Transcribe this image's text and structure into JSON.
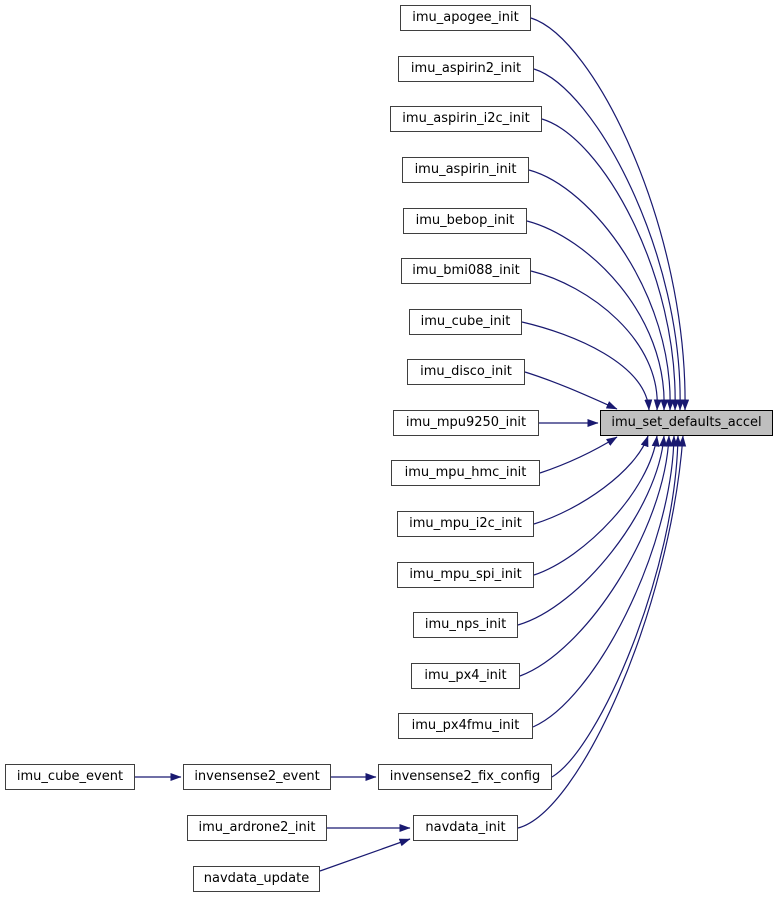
{
  "colors": {
    "edge": "#191970",
    "node-border": "#3f3f3f",
    "node-fill": "#ffffff",
    "target-fill": "#bfbfbf",
    "target-border": "#000000",
    "text": "#000000",
    "background": "#ffffff"
  },
  "nodes": [
    {
      "label": "imu_apogee_init"
    },
    {
      "label": "imu_aspirin2_init"
    },
    {
      "label": "imu_aspirin_i2c_init"
    },
    {
      "label": "imu_aspirin_init"
    },
    {
      "label": "imu_bebop_init"
    },
    {
      "label": "imu_bmi088_init"
    },
    {
      "label": "imu_cube_init"
    },
    {
      "label": "imu_disco_init"
    },
    {
      "label": "imu_mpu9250_init"
    },
    {
      "label": "imu_mpu_hmc_init"
    },
    {
      "label": "imu_mpu_i2c_init"
    },
    {
      "label": "imu_mpu_spi_init"
    },
    {
      "label": "imu_nps_init"
    },
    {
      "label": "imu_px4_init"
    },
    {
      "label": "imu_px4fmu_init"
    },
    {
      "label": "invensense2_fix_config"
    },
    {
      "label": "navdata_init"
    },
    {
      "label": "imu_cube_event"
    },
    {
      "label": "invensense2_event"
    },
    {
      "label": "imu_ardrone2_init"
    },
    {
      "label": "navdata_update"
    },
    {
      "label": "imu_set_defaults_accel",
      "highlighted": true
    }
  ],
  "edges": [
    {
      "from": "imu_apogee_init",
      "to": "imu_set_defaults_accel"
    },
    {
      "from": "imu_aspirin2_init",
      "to": "imu_set_defaults_accel"
    },
    {
      "from": "imu_aspirin_i2c_init",
      "to": "imu_set_defaults_accel"
    },
    {
      "from": "imu_aspirin_init",
      "to": "imu_set_defaults_accel"
    },
    {
      "from": "imu_bebop_init",
      "to": "imu_set_defaults_accel"
    },
    {
      "from": "imu_bmi088_init",
      "to": "imu_set_defaults_accel"
    },
    {
      "from": "imu_cube_init",
      "to": "imu_set_defaults_accel"
    },
    {
      "from": "imu_disco_init",
      "to": "imu_set_defaults_accel"
    },
    {
      "from": "imu_mpu9250_init",
      "to": "imu_set_defaults_accel"
    },
    {
      "from": "imu_mpu_hmc_init",
      "to": "imu_set_defaults_accel"
    },
    {
      "from": "imu_mpu_i2c_init",
      "to": "imu_set_defaults_accel"
    },
    {
      "from": "imu_mpu_spi_init",
      "to": "imu_set_defaults_accel"
    },
    {
      "from": "imu_nps_init",
      "to": "imu_set_defaults_accel"
    },
    {
      "from": "imu_px4_init",
      "to": "imu_set_defaults_accel"
    },
    {
      "from": "imu_px4fmu_init",
      "to": "imu_set_defaults_accel"
    },
    {
      "from": "invensense2_fix_config",
      "to": "imu_set_defaults_accel"
    },
    {
      "from": "navdata_init",
      "to": "imu_set_defaults_accel"
    },
    {
      "from": "imu_cube_event",
      "to": "invensense2_event"
    },
    {
      "from": "invensense2_event",
      "to": "invensense2_fix_config"
    },
    {
      "from": "imu_ardrone2_init",
      "to": "navdata_init"
    },
    {
      "from": "navdata_update",
      "to": "navdata_init"
    }
  ]
}
